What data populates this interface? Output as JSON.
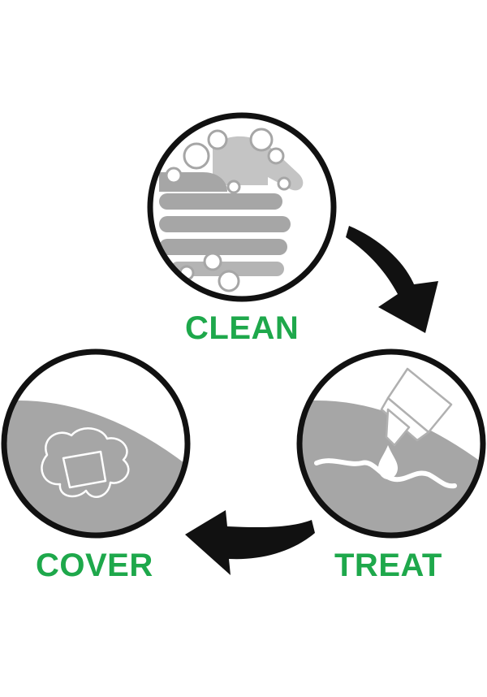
{
  "colors": {
    "label": "#1ea84b",
    "outline": "#111111",
    "gray": "#a6a6a6",
    "light_gray": "#cfcfcf",
    "background": "#ffffff"
  },
  "steps": [
    {
      "label": "CLEAN",
      "icon": "washing-hands-icon"
    },
    {
      "label": "TREAT",
      "icon": "ointment-tube-icon"
    },
    {
      "label": "COVER",
      "icon": "bandage-icon"
    }
  ],
  "arrows": [
    {
      "from": "CLEAN",
      "to": "TREAT",
      "icon": "curved-arrow-right-down-icon"
    },
    {
      "from": "TREAT",
      "to": "COVER",
      "icon": "curved-arrow-left-icon"
    }
  ]
}
